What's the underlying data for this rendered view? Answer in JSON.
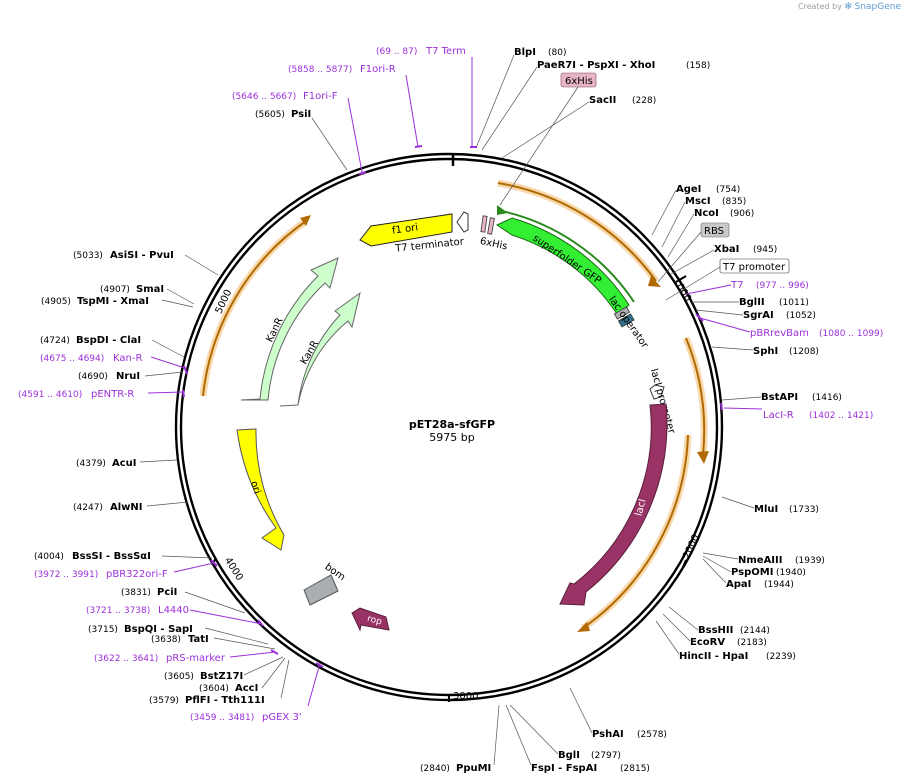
{
  "credit": {
    "created_by": "Created by",
    "brand": "SnapGene",
    "icon": "snapgene-logo-icon"
  },
  "plasmid": {
    "name": "pET28a-sfGFP",
    "length": "5975 bp"
  },
  "ticks": [
    "1000",
    "2000",
    "3000",
    "4000",
    "5000"
  ],
  "features": {
    "f1_ori": "f1 ori",
    "t7_terminator": "T7 terminator",
    "his_6x_inner": "6xHis",
    "sfgfp": "superfolder GFP",
    "lac_operator": "lac operator",
    "laci_promoter": "lacI promoter",
    "laci": "lacI",
    "rop": "rop",
    "bom": "bom",
    "ori": "ori",
    "kanr_1": "KanR",
    "kanr_2": "KanR",
    "his_6x_box": "6xHis",
    "rbs_box": "RBS",
    "t7_promoter_box": "T7 promoter"
  },
  "enzymes": {
    "blpi": {
      "name": "BlpI",
      "pos": "(80)"
    },
    "paer7i": {
      "name": "PaeR7I  - PspXI  - XhoI",
      "pos": "(158)"
    },
    "sacii": {
      "name": "SacII",
      "pos": "(228)"
    },
    "agei": {
      "name": "AgeI",
      "pos": "(754)"
    },
    "msci": {
      "name": "MscI",
      "pos": "(835)"
    },
    "ncoi": {
      "name": "NcoI",
      "pos": "(906)"
    },
    "xbai": {
      "name": "XbaI",
      "pos": "(945)"
    },
    "bglii": {
      "name": "BglII",
      "pos": "(1011)"
    },
    "sgrai": {
      "name": "SgrAI",
      "pos": "(1052)"
    },
    "sphi": {
      "name": "SphI",
      "pos": "(1208)"
    },
    "bstapi": {
      "name": "BstAPI",
      "pos": "(1416)"
    },
    "mlui": {
      "name": "MluI",
      "pos": "(1733)"
    },
    "nmeaiii": {
      "name": "NmeAIII",
      "pos": "(1939)"
    },
    "pspomi": {
      "name": "PspOMI",
      "pos": "(1940)"
    },
    "apai": {
      "name": "ApaI",
      "pos": "(1944)"
    },
    "bsshii": {
      "name": "BssHII",
      "pos": "(2144)"
    },
    "ecorv": {
      "name": "EcoRV",
      "pos": "(2183)"
    },
    "hincii": {
      "name": "HincII  - HpaI",
      "pos": "(2239)"
    },
    "pshai": {
      "name": "PshAI",
      "pos": "(2578)"
    },
    "bgli": {
      "name": "BglI",
      "pos": "(2797)"
    },
    "fspi": {
      "name": "FspI  - FspAI",
      "pos": "(2815)"
    },
    "ppumi": {
      "name": "PpuMI",
      "pos": "(2840)"
    },
    "pflfi": {
      "name": "PflFI  - Tth111I",
      "pos": "(3579)"
    },
    "acci": {
      "name": "AccI",
      "pos": "(3604)"
    },
    "bstz17i": {
      "name": "BstZ17I",
      "pos": "(3605)"
    },
    "tati": {
      "name": "TatI",
      "pos": "(3638)"
    },
    "bspqi": {
      "name": "BspQI  - SapI",
      "pos": "(3715)"
    },
    "pcii": {
      "name": "PciI",
      "pos": "(3831)"
    },
    "bsssi": {
      "name": "BssSI  - BssSαI",
      "pos": "(4004)"
    },
    "alwni": {
      "name": "AlwNI",
      "pos": "(4247)"
    },
    "acui": {
      "name": "AcuI",
      "pos": "(4379)"
    },
    "nrui": {
      "name": "NruI",
      "pos": "(4690)"
    },
    "bspdi": {
      "name": "BspDI  - ClaI",
      "pos": "(4724)"
    },
    "tspmi": {
      "name": "TspMI  - XmaI",
      "pos": "(4905)"
    },
    "smai": {
      "name": "SmaI",
      "pos": "(4907)"
    },
    "asisi": {
      "name": "AsiSI  - PvuI",
      "pos": "(5033)"
    },
    "psii": {
      "name": "PsiI",
      "pos": "(5605)"
    }
  },
  "primers": {
    "t7term": {
      "name": "T7 Term",
      "range": "(69 .. 87)"
    },
    "f1orir": {
      "name": "F1ori-R",
      "range": "(5858 .. 5877)"
    },
    "f1orif": {
      "name": "F1ori-F",
      "range": "(5646 .. 5667)"
    },
    "t7": {
      "name": "T7",
      "range": "(977 .. 996)"
    },
    "pbrrevbam": {
      "name": "pBRrevBam",
      "range": "(1080 .. 1099)"
    },
    "lacir": {
      "name": "LacI-R",
      "range": "(1402 .. 1421)"
    },
    "kanr": {
      "name": "Kan-R",
      "range": "(4675 .. 4694)"
    },
    "pentrr": {
      "name": "pENTR-R",
      "range": "(4591 .. 4610)"
    },
    "pbr322orif": {
      "name": "pBR322ori-F",
      "range": "(3972 .. 3991)"
    },
    "l4440": {
      "name": "L4440",
      "range": "(3721 .. 3738)"
    },
    "prsmarker": {
      "name": "pRS-marker",
      "range": "(3622 .. 3641)"
    },
    "pgex3": {
      "name": "pGEX 3'",
      "range": "(3459 .. 3481)"
    }
  },
  "colors": {
    "backbone": "#000000",
    "primer": "#9b30d9",
    "f1_ori": "#ffff00",
    "sfgfp": "#33ee33",
    "laci": "#993366",
    "rop": "#993366",
    "kanr": "#ccffcc",
    "ori": "#ffff00",
    "bom": "#a9aeb3",
    "orf": "#f5a623",
    "his_box": "#e8b4c8",
    "rbs_box": "#c8c8c8"
  }
}
